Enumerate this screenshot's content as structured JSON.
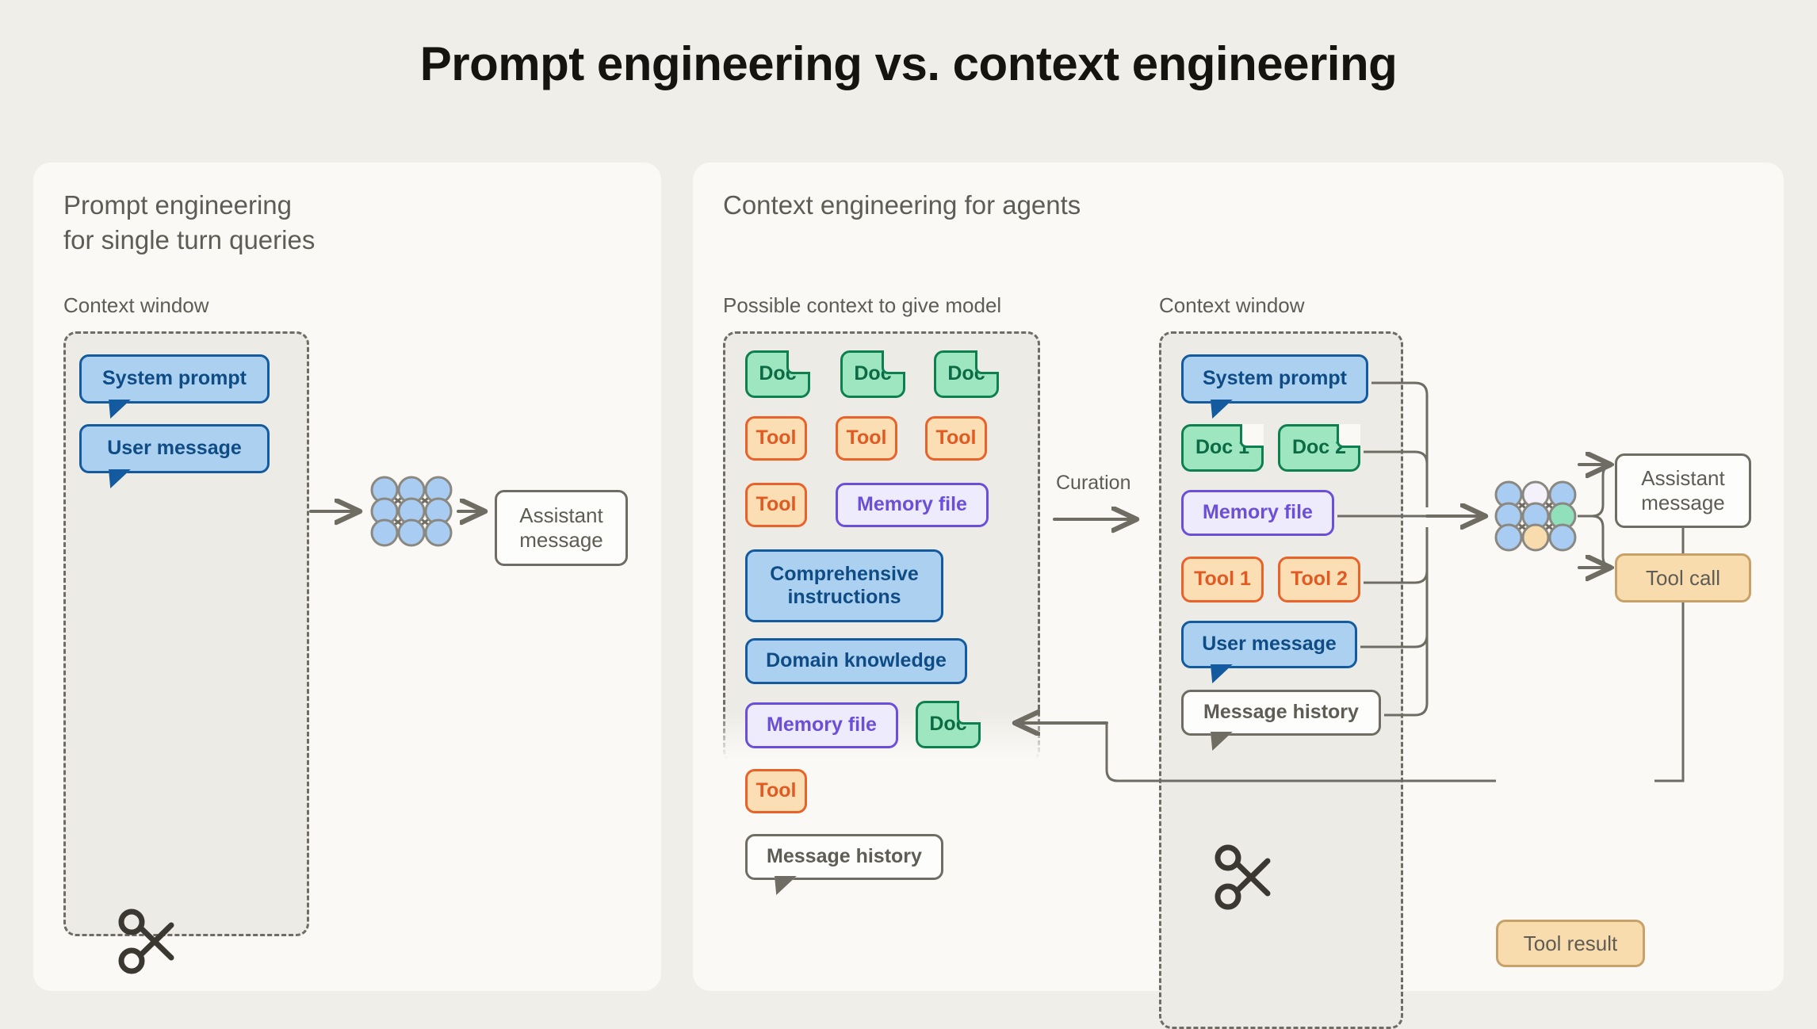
{
  "title": "Prompt engineering vs. context engineering",
  "panels": {
    "left": {
      "title": "Prompt engineering\nfor single turn queries",
      "column_label": "Context window",
      "context_window_items": [
        {
          "label": "System prompt",
          "type": "bubble"
        },
        {
          "label": "User message",
          "type": "bubble"
        }
      ],
      "output": {
        "label": "Assistant\nmessage",
        "type": "plain-box"
      },
      "scissors_icon": "scissors-icon",
      "model_icon": "neural-network-icon"
    },
    "right": {
      "title": "Context engineering for agents",
      "possible_context_label": "Possible context to give model",
      "context_window_label": "Context window",
      "curation_label": "Curation",
      "possible_context_items": [
        {
          "label": "Doc",
          "type": "doc"
        },
        {
          "label": "Doc",
          "type": "doc"
        },
        {
          "label": "Doc",
          "type": "doc"
        },
        {
          "label": "Tool",
          "type": "tool"
        },
        {
          "label": "Tool",
          "type": "tool"
        },
        {
          "label": "Tool",
          "type": "tool"
        },
        {
          "label": "Tool",
          "type": "tool"
        },
        {
          "label": "Memory file",
          "type": "memory"
        },
        {
          "label": "Comprehensive\ninstructions",
          "type": "instructions"
        },
        {
          "label": "Domain knowledge",
          "type": "instructions"
        },
        {
          "label": "Memory file",
          "type": "memory"
        },
        {
          "label": "Doc",
          "type": "doc"
        },
        {
          "label": "Tool",
          "type": "tool"
        },
        {
          "label": "Message history",
          "type": "plain-bubble"
        }
      ],
      "context_window_items": [
        {
          "label": "System prompt",
          "type": "bubble"
        },
        {
          "label": "Doc 1",
          "type": "doc"
        },
        {
          "label": "Doc 2",
          "type": "doc"
        },
        {
          "label": "Memory file",
          "type": "memory"
        },
        {
          "label": "Tool 1",
          "type": "tool"
        },
        {
          "label": "Tool 2",
          "type": "tool"
        },
        {
          "label": "User message",
          "type": "bubble"
        },
        {
          "label": "Message history",
          "type": "plain-bubble"
        }
      ],
      "outputs": [
        {
          "label": "Assistant\nmessage",
          "type": "plain-box"
        },
        {
          "label": "Tool call",
          "type": "tool-call"
        }
      ],
      "tool_result": {
        "label": "Tool result",
        "type": "tool-call"
      },
      "scissors_icon": "scissors-icon",
      "model_icon": "neural-network-icon"
    }
  },
  "colors": {
    "page_background": "#F0EEE9",
    "panel_background": "#FAF9F6",
    "dashed_box_fill": "#EDEBE5",
    "dashed_border": "#6E6C63",
    "title_text": "#16140F",
    "muted_text": "#5E5C55",
    "bubble_fill": "#ACD1F0",
    "bubble_border": "#135A9E",
    "doc_fill": "#9EE6C0",
    "doc_border": "#0E8050",
    "tool_fill": "#FBDEB4",
    "tool_border": "#E8622A",
    "memory_fill": "#EEEBFC",
    "memory_border": "#6B4FD8",
    "tool_call_fill": "#F8DCAE",
    "tool_call_border": "#C6A169",
    "node_fill": "#A9CDF2",
    "node_alt_green": "#8FE0BB",
    "node_alt_orange": "#F8DCAE",
    "node_alt_white": "#F4F1FB"
  }
}
